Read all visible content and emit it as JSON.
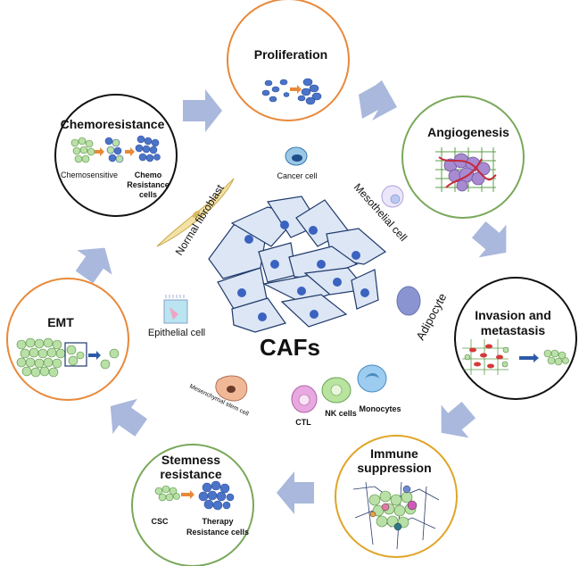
{
  "center": {
    "title": "CAFs"
  },
  "modules": {
    "proliferation": {
      "title": "Proliferation"
    },
    "angiogenesis": {
      "title": "Angiogenesis"
    },
    "invasion": {
      "title_line1": "Invasion and",
      "title_line2": "metastasis"
    },
    "immune": {
      "title_line1": "Immune",
      "title_line2": "suppression"
    },
    "stemness": {
      "title_line1": "Stemness",
      "title_line2": "resistance",
      "left_label": "CSC",
      "right_label_line1": "Therapy",
      "right_label_line2": "Resistance cells"
    },
    "emt": {
      "title": "EMT"
    },
    "chemo": {
      "title": "Chemoresistance",
      "left_label": "Chemosensitive",
      "right_label_line1": "Chemo",
      "right_label_line2": "Resistance",
      "right_label_line3": "cells"
    }
  },
  "cell_labels": {
    "cancer_cell": "Cancer cell",
    "normal_fibroblast": "Normal fibroblast",
    "mesothelial_cell": "Mesothelial  cell",
    "adipocyte": "Adipocyte",
    "epithelial_cell": "Epithelial cell",
    "mesenchymal_stem_cell": "Mesenchymal stem cell",
    "ctl": "CTL",
    "nk_cells": "NK cells",
    "monocytes": "Monocytes"
  },
  "colors": {
    "circle_orange": "#e8893a",
    "circle_green": "#79a85a",
    "circle_black": "#111111",
    "circle_gold": "#e0a526",
    "arrow_fill": "#a9b8dc",
    "caf_fill": "#dce6f5",
    "caf_stroke": "#1f3a6b",
    "nucleus": "#3a62c0"
  }
}
